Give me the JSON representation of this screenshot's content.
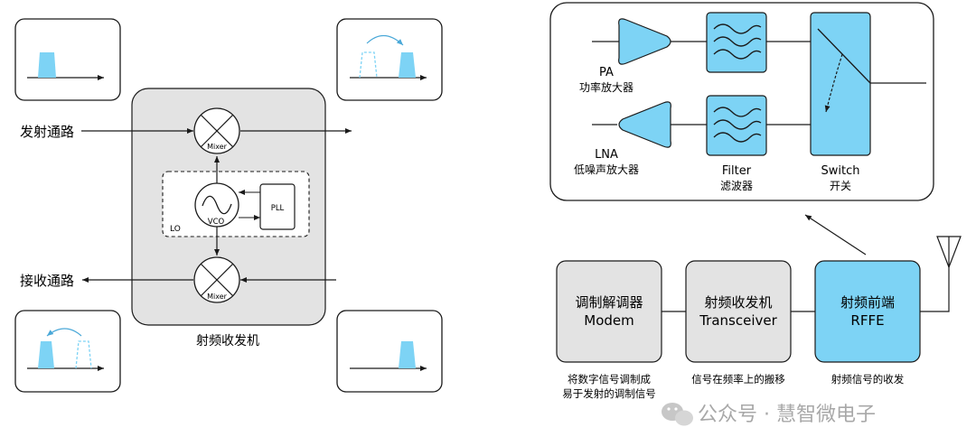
{
  "left_diagram": {
    "tx_path": "发射通路",
    "rx_path": "接收通路",
    "mixer_top": "Mixer",
    "mixer_bottom": "Mixer",
    "vco": "VCO",
    "pll": "PLL",
    "lo": "LO",
    "transceiver_caption": "射频收发机"
  },
  "frontend_box": {
    "pa_label": "PA",
    "pa_sub": "功率放大器",
    "lna_label": "LNA",
    "lna_sub": "低噪声放大器",
    "filter_label": "Filter",
    "filter_sub": "滤波器",
    "switch_label": "Switch",
    "switch_sub": "开关"
  },
  "chain": {
    "modem_cn": "调制解调器",
    "modem_en": "Modem",
    "transceiver_cn": "射频收发机",
    "transceiver_en": "Transceiver",
    "rffe_cn": "射频前端",
    "rffe_en": "RFFE",
    "modem_desc_1": "将数字信号调制成",
    "modem_desc_2": "易于发射的调制信号",
    "transceiver_desc": "信号在频率上的搬移",
    "rffe_desc": "射频信号的收发"
  },
  "watermark": "公众号 · 慧智微电子",
  "colors": {
    "accent": "#7dd3f5",
    "gray_box": "#e3e3e3",
    "stroke": "#1a1a1a"
  }
}
